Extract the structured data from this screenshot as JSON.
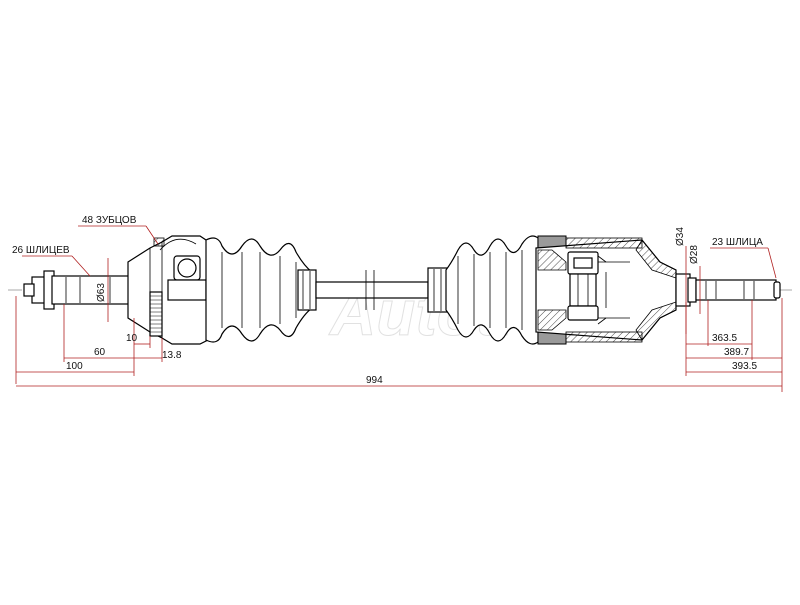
{
  "labels": {
    "teeth": "48 ЗУБЦОВ",
    "splines_left": "26 ШЛИЦЕВ",
    "splines_right": "23 ШЛИЦА",
    "dia_63": "Ø63",
    "dia_34": "Ø34",
    "dia_28": "Ø28"
  },
  "dimensions": {
    "d10": "10",
    "d60": "60",
    "d13_8": "13.8",
    "d100": "100",
    "d994": "994",
    "d363_5": "363.5",
    "d389_7": "389.7",
    "d393_5": "393.5"
  },
  "watermark": "Autotrade"
}
